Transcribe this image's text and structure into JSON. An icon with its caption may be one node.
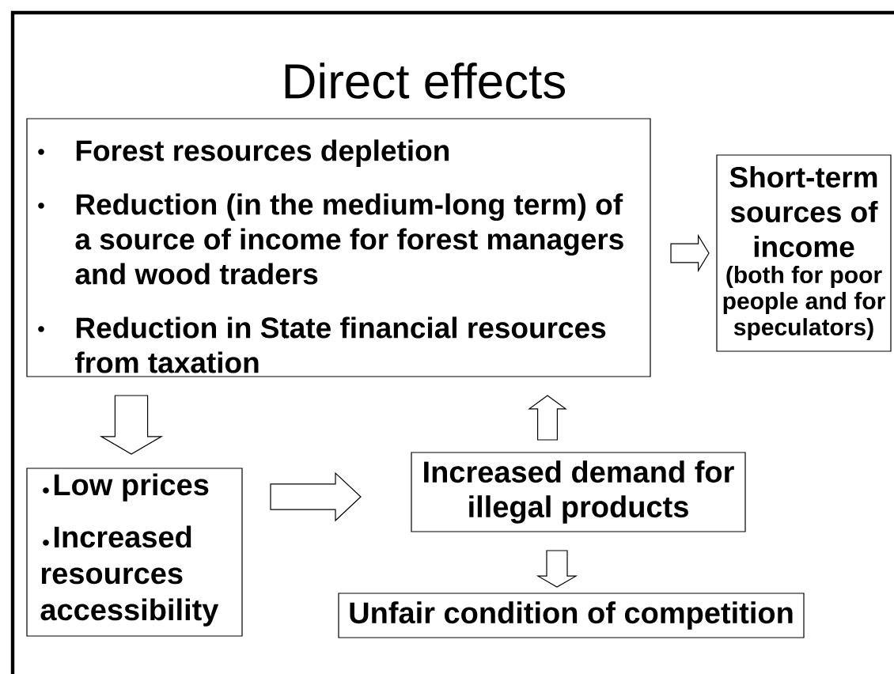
{
  "diagram": {
    "title": "Direct effects",
    "nodes": [
      {
        "text": [
          "Forest resources depletion",
          "Reduction (in the medium-long term) of a source of income for forest managers and wood traders",
          "Reduction in State financial resources from taxation"
        ]
      },
      {
        "text": [
          "Short-term sources of income",
          "(both for poor people and for speculators)"
        ]
      },
      {
        "text": [
          "Low prices",
          "Increased resources accessibility"
        ]
      },
      {
        "text": [
          "Increased demand for illegal products"
        ]
      },
      {
        "text": [
          "Unfair condition of competition"
        ]
      }
    ],
    "edges": [
      {
        "from": 0,
        "to": 2,
        "arrow": "to"
      },
      {
        "from": 2,
        "to": 3,
        "arrow": "to"
      },
      {
        "from": 3,
        "to": 0,
        "arrow": "to"
      },
      {
        "from": 0,
        "to": 1,
        "arrow": "to"
      },
      {
        "from": 3,
        "to": 4,
        "arrow": "to"
      }
    ]
  }
}
